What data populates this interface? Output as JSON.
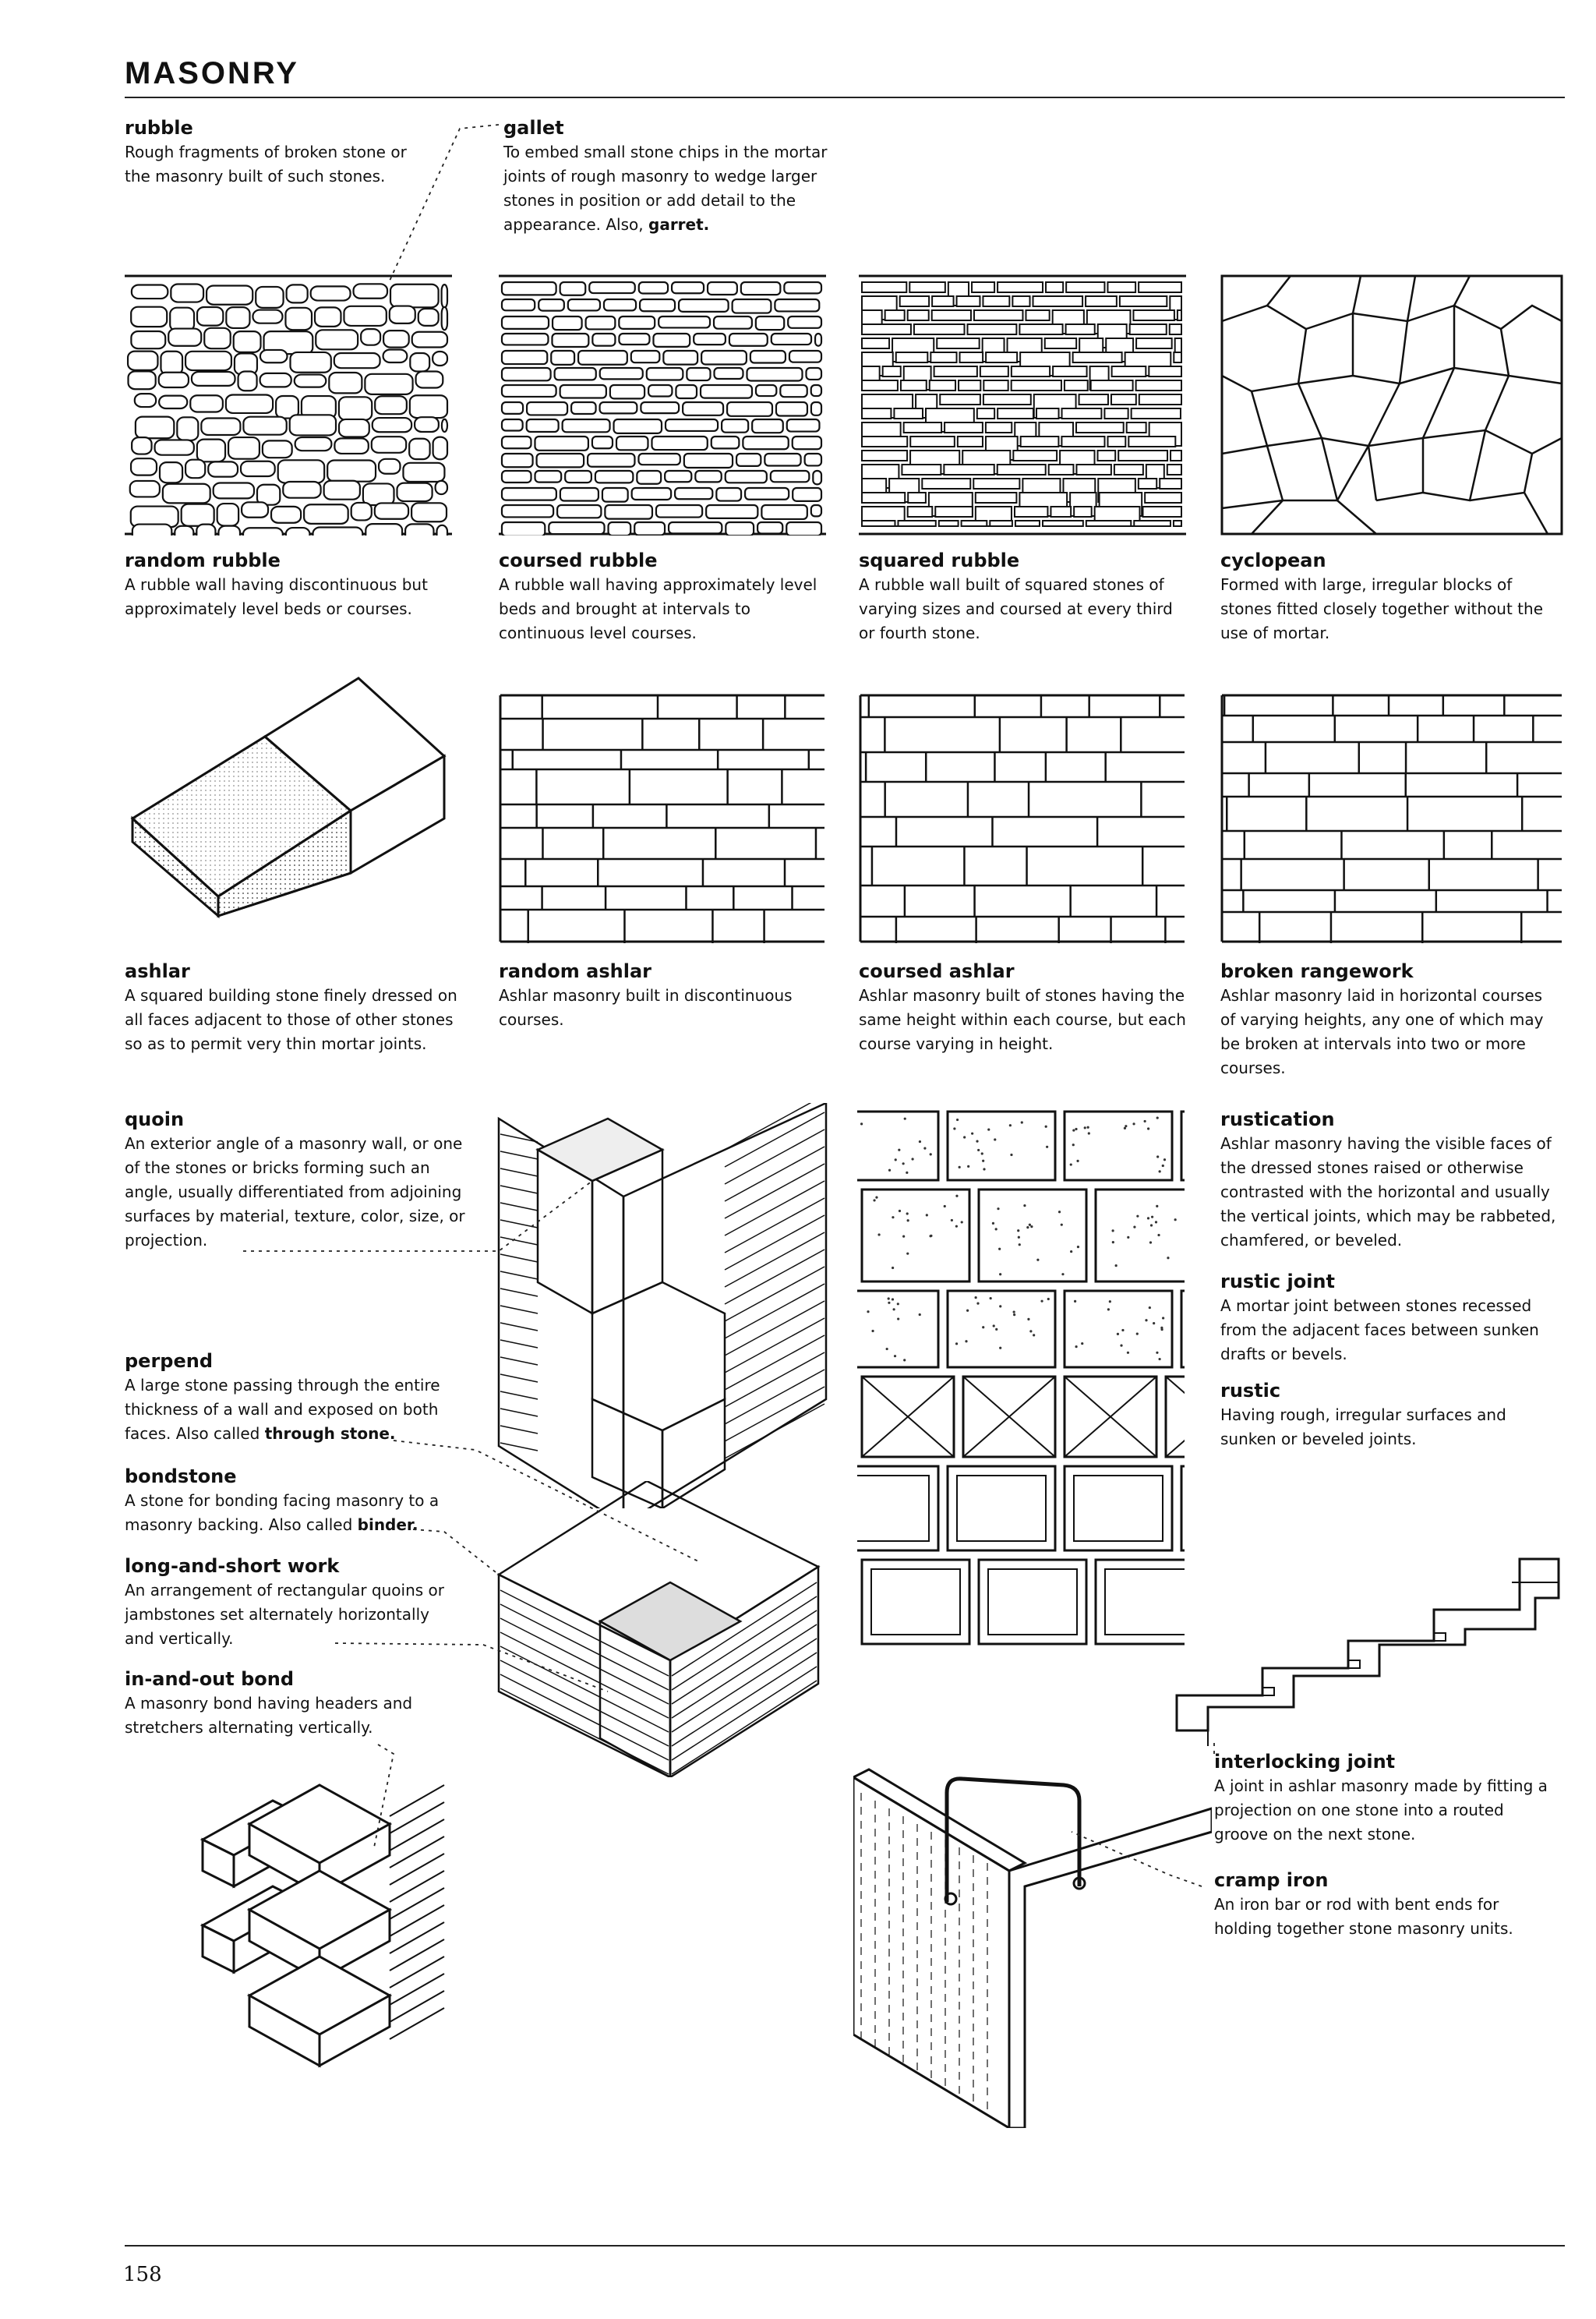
{
  "page": {
    "header": "MASONRY",
    "page_number": "158"
  },
  "entries": {
    "rubble": {
      "term": "rubble",
      "def": "Rough fragments of broken stone or the masonry built of such stones."
    },
    "gallet": {
      "term": "gallet",
      "def": "To embed small stone chips in the mortar joints of rough masonry to wedge larger stones in position or add detail to the appearance. Also, ",
      "def_bold": "garret."
    },
    "random_rubble": {
      "term": "random rubble",
      "def": "A rubble wall having discontinuous but approximately level beds or courses."
    },
    "coursed_rubble": {
      "term": "coursed rubble",
      "def": "A rubble wall having approximately level beds and brought at intervals to continuous level courses."
    },
    "squared_rubble": {
      "term": "squared rubble",
      "def": "A rubble wall built of squared stones of varying sizes and coursed at every third or fourth stone."
    },
    "cyclopean": {
      "term": "cyclopean",
      "def": "Formed with large, irregular blocks of stones fitted closely together without the use of mortar."
    },
    "ashlar": {
      "term": "ashlar",
      "def": "A squared building stone finely dressed on all faces adjacent to those of other stones so as to permit very thin mortar joints."
    },
    "random_ashlar": {
      "term": "random ashlar",
      "def": "Ashlar masonry built in discontinuous courses."
    },
    "coursed_ashlar": {
      "term": "coursed ashlar",
      "def": "Ashlar masonry built of stones having the same height within each course, but each course varying in height."
    },
    "broken_rangework": {
      "term": "broken rangework",
      "def": "Ashlar masonry laid in horizontal courses of varying heights, any one of which may be broken at intervals into two or more courses."
    },
    "quoin": {
      "term": "quoin",
      "def": "An exterior angle of a masonry wall, or one of the stones or bricks forming such an angle, usually differentiated from adjoining surfaces by material, texture, color, size, or projection."
    },
    "rustication": {
      "term": "rustication",
      "def": "Ashlar masonry having the visible faces of the dressed stones raised or otherwise contrasted with the horizontal and usually the vertical joints, which may be rabbeted, chamfered, or beveled."
    },
    "rustic_joint": {
      "term": "rustic joint",
      "def": "A mortar joint between stones recessed from the adjacent faces between sunken drafts or bevels."
    },
    "rustic": {
      "term": "rustic",
      "def": "Having rough, irregular surfaces and sunken or beveled joints."
    },
    "perpend": {
      "term": "perpend",
      "def": "A large stone passing through the entire thickness of a wall and exposed on both faces. Also called ",
      "def_bold": "through stone."
    },
    "bondstone": {
      "term": "bondstone",
      "def": "A stone for bonding facing masonry to a masonry backing. Also called ",
      "def_bold": "binder."
    },
    "long_and_short_work": {
      "term": "long-and-short work",
      "def": "An arrangement of rectangular quoins or jambstones set alternately horizontally and vertically."
    },
    "in_and_out_bond": {
      "term": "in-and-out bond",
      "def": "A masonry bond having headers and stretchers alternating vertically."
    },
    "interlocking_joint": {
      "term": "interlocking joint",
      "def": "A joint in ashlar masonry made by fitting a projection on one stone into a routed groove on the next stone."
    },
    "cramp_iron": {
      "term": "cramp iron",
      "def": "An iron bar or rod with bent ends for holding together stone masonry units."
    }
  }
}
